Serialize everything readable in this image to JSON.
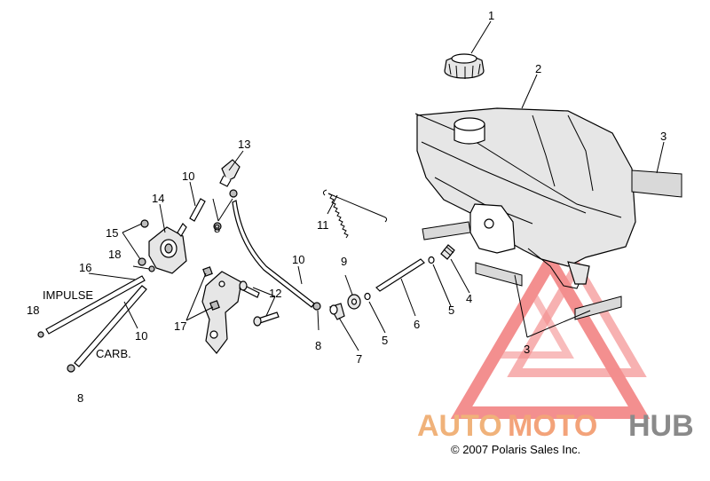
{
  "callouts": {
    "c1": "1",
    "c2": "2",
    "c3a": "3",
    "c3b": "3",
    "c4": "4",
    "c5a": "5",
    "c5b": "5",
    "c6": "6",
    "c7": "7",
    "c8a": "8",
    "c8b": "8",
    "c8c": "8",
    "c9": "9",
    "c10a": "10",
    "c10b": "10",
    "c10c": "10",
    "c11": "11",
    "c12": "12",
    "c13": "13",
    "c14": "14",
    "c15": "15",
    "c16": "16",
    "c17": "17",
    "c18a": "18",
    "c18b": "18"
  },
  "labels": {
    "impulse": "IMPULSE",
    "carb": "CARB."
  },
  "watermark": {
    "part1": "AUTO",
    "part2": "MOTO",
    "part3": "HUB",
    "color_part1": "#f0b27a",
    "color_part2": "#f3a37a",
    "color_part3": "#8a8a8a",
    "triangle_color": "#f06a6a"
  },
  "copyright": "© 2007 Polaris Sales Inc."
}
